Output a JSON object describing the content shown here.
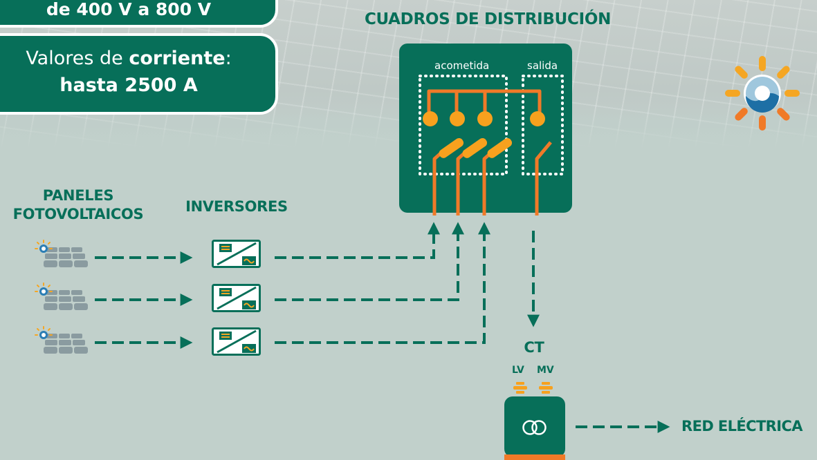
{
  "callouts": {
    "voltage": "de 400 V a 800 V",
    "current_prefix": "Valores de ",
    "current_bold": "corriente",
    "current_suffix": ":",
    "current_value": "hasta 2500 A"
  },
  "title": "CUADROS DE DISTRIBUCIÓN",
  "cabinet": {
    "incoming": "acometida",
    "outgoing": "salida"
  },
  "labels": {
    "panels_line1": "PANELES",
    "panels_line2": "FOTOVOLTAICOS",
    "inverters": "INVERSORES",
    "ct": "CT",
    "lv": "LV",
    "mv": "MV",
    "grid": "RED ELÉCTRICA"
  },
  "inverter_symbols": {
    "dc": "=",
    "ac": "~"
  },
  "transformer_symbol": "ꝏ",
  "colors": {
    "green": "#076f59",
    "orange": "#f07a28",
    "bg": "#c1d0cb",
    "panel_grey": "#8a9ba0"
  },
  "icons": [
    "solar-panel-icon",
    "inverter-icon",
    "transformer-icon",
    "brand-sun-logo-icon"
  ]
}
